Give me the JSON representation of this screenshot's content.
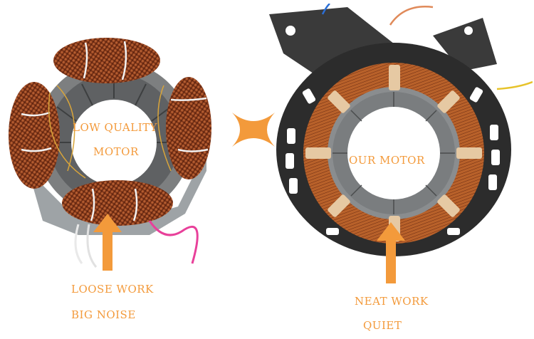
{
  "left_panel": {
    "title_line1": "LOW QUALITY",
    "title_line2": "MOTOR",
    "caption_line1": "LOOSE WORK",
    "caption_line2": "BIG NOISE"
  },
  "right_panel": {
    "title": "OUR MOTOR",
    "caption_line1": "NEAT WORK",
    "caption_line2": "QUIET"
  },
  "colors": {
    "accent": "#f39a3b",
    "copper": "#a8542a",
    "copper_dark": "#6a2a12",
    "steel": "#8a8a8a",
    "housing": "#2c2c2c"
  }
}
